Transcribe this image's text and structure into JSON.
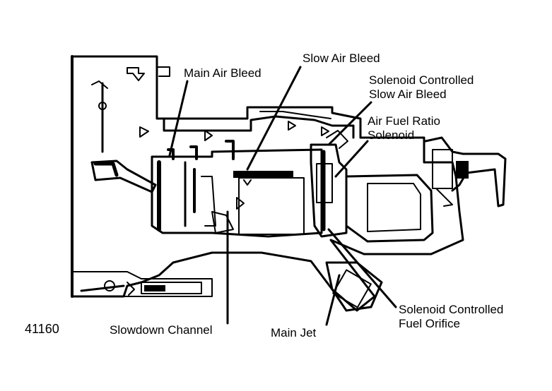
{
  "figure_number": "41160",
  "labels": {
    "main_air_bleed": "Main Air Bleed",
    "slow_air_bleed": "Slow Air Bleed",
    "solenoid_slow_air_bleed": [
      "Solenoid Controlled",
      "Slow Air Bleed"
    ],
    "air_fuel_ratio_solenoid": [
      "Air Fuel Ratio",
      "Solenoid"
    ],
    "solenoid_fuel_orifice": [
      "Solenoid Controlled",
      "Fuel Orifice"
    ],
    "slowdown_channel": "Slowdown Channel",
    "main_jet": "Main Jet"
  },
  "colors": {
    "ink": "#000000",
    "paper": "#ffffff"
  }
}
